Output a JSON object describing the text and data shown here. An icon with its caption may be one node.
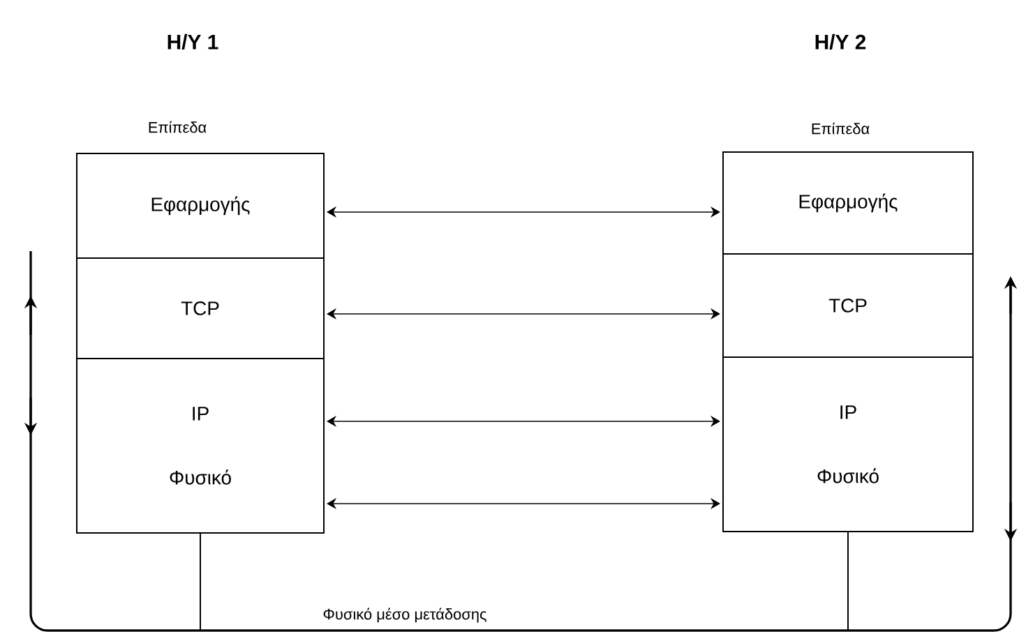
{
  "diagram": {
    "nodes": [
      {
        "text": [
          "Εφαρμογής"
        ]
      },
      {
        "text": [
          "TCP"
        ]
      },
      {
        "text": [
          "IP",
          "Φυσικό"
        ]
      },
      {
        "text": [
          "Εφαρμογής"
        ]
      },
      {
        "text": [
          "TCP"
        ]
      },
      {
        "text": [
          "IP",
          "Φυσικό"
        ]
      }
    ],
    "edges": [
      {
        "from": 0,
        "to": 3,
        "arrow": "both"
      },
      {
        "from": 1,
        "to": 4,
        "arrow": "both"
      },
      {
        "from": 2,
        "to": 5,
        "arrow": "both"
      },
      {
        "from": 2,
        "to": 5,
        "arrow": "both"
      },
      {
        "from": 2,
        "to": 5,
        "arrow": "none",
        "label": "Φυσικό μέσο μετάδοσης"
      }
    ],
    "labels": [
      "H/Y 1",
      "H/Y 2",
      "Επίπεδα",
      "Επίπεδα"
    ]
  }
}
